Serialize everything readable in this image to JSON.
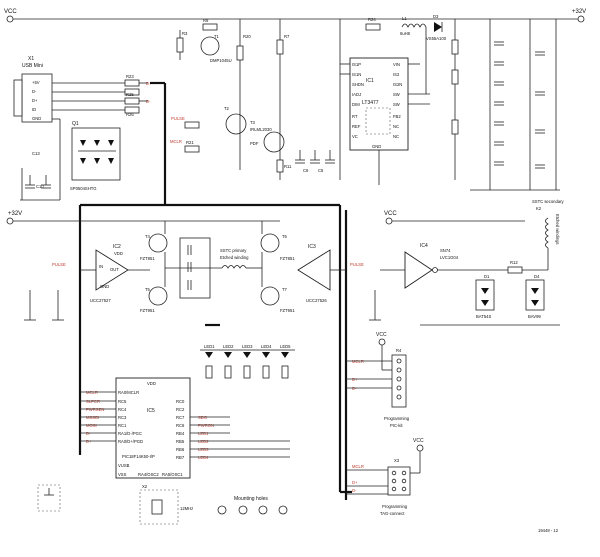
{
  "rails": {
    "vcc": "VCC",
    "v32": "+32V"
  },
  "parts": {
    "x1": {
      "ref": "X1",
      "name": "USB Mini",
      "pins": [
        "+5V",
        "D-",
        "D+",
        "ID",
        "GND"
      ]
    },
    "q1": {
      "ref": "Q1",
      "name": "SP0504SHTG"
    },
    "r23": "R23",
    "r25": "R25",
    "r26": "R26",
    "r21": "R21",
    "r22": "R22",
    "r20": "R20",
    "r9": "R9",
    "r3": "R3",
    "r7": "R7",
    "r11": "R11",
    "c10": "C10",
    "c13": "C13",
    "c6": "C6",
    "c5": "C5",
    "t1": {
      "ref": "T1",
      "name": "DMP1045U"
    },
    "t2": {
      "ref": "T2"
    },
    "t3": {
      "ref": "T3",
      "name": "IRLML2030",
      "pkg": "PDF"
    },
    "ic1": {
      "ref": "IC1",
      "name": "LT3477",
      "pins_left": [
        "IS1P",
        "IS1N",
        "SHDN",
        "IADJ",
        "DIM",
        "RT",
        "REF",
        "VC"
      ],
      "pins_right": [
        "VIN",
        "IS2",
        "IS2N",
        "SW",
        "SW",
        "FB2",
        "NC",
        "NC"
      ],
      "bottom": "GND"
    },
    "l1": {
      "ref": "L1",
      "val": "6uH8"
    },
    "d3": {
      "ref": "D3",
      "name": "VS55A100"
    },
    "r24": "R24",
    "ic2": {
      "ref": "IC2",
      "name": "UCC27527",
      "pins": [
        "VDD",
        "OUT",
        "IN",
        "GND"
      ]
    },
    "ic3": {
      "ref": "IC3",
      "name": "UCC27526"
    },
    "t4": "T4",
    "t5": "T5",
    "t6": "T6",
    "t7": "T7",
    "fzt_a": "FZT851",
    "fzt_b": "FZT951",
    "sstc_primary": {
      "l1": "SSTC primary",
      "l2": "Etched winding"
    },
    "ic4": {
      "ref": "IC4",
      "name": "SN74",
      "name2": "LVC1G04"
    },
    "d1": {
      "ref": "D1",
      "name": "BAT54S"
    },
    "d4": {
      "ref": "D4",
      "name": "BAV99"
    },
    "k2": {
      "ref": "K2",
      "l1": "SSTC secondary",
      "l2": "Etched windings"
    },
    "r12": "R12",
    "ic5": {
      "ref": "IC5",
      "name": "PIC18F14K50-I/P",
      "pins_left": [
        "RA0/MCLR",
        "RC5",
        "RC4",
        "RC3",
        "RC1",
        "RA1/D-/PGC",
        "RA0/D+/PGD",
        "VUSB"
      ],
      "pins_right": [
        "RC0",
        "RC2",
        "RC7",
        "RC6",
        "RB4",
        "RB5",
        "RB6",
        "RB7"
      ],
      "bottom": [
        "VSS",
        "RA4/OSC2",
        "RA5/OSC1"
      ],
      "top": "VDD"
    },
    "x2": {
      "ref": "X2",
      "val": "12MHz"
    },
    "r4": {
      "ref": "R4",
      "caption1": "Programming",
      "caption2": "PIC-kit"
    },
    "x3": {
      "ref": "X3",
      "caption1": "Programming",
      "caption2": "TAG-connect"
    },
    "leds": [
      "LED1",
      "LED2",
      "LED3",
      "LED4",
      "LED5"
    ],
    "mounting": "Mounting holes",
    "drawing_id": "19448 - 12"
  },
  "signals": {
    "usb_dp": "D+",
    "usb_dm": "D-",
    "mclr": "MCLR",
    "pulse": "PULSE",
    "pgd": "PGD",
    "pgc": "PGC",
    "pic_left": [
      "MCLR",
      "SLPCR",
      "PWRSEN",
      "MSSDI",
      "MOSI",
      "D-",
      "D+"
    ],
    "pic_right": [
      "SDO",
      "PWRON",
      "LED1",
      "LED2",
      "LED3",
      "LED4"
    ],
    "pickit_pins": [
      "MCLR",
      "VCC",
      "GND",
      "D+",
      "D-"
    ],
    "tag_pins": [
      "MCLR",
      "VCC",
      "GND",
      "D+",
      "D-"
    ]
  },
  "colors": {
    "wire": "#222222",
    "bus": "#111111",
    "signal_label": "#c0392b",
    "background": "#ffffff"
  }
}
